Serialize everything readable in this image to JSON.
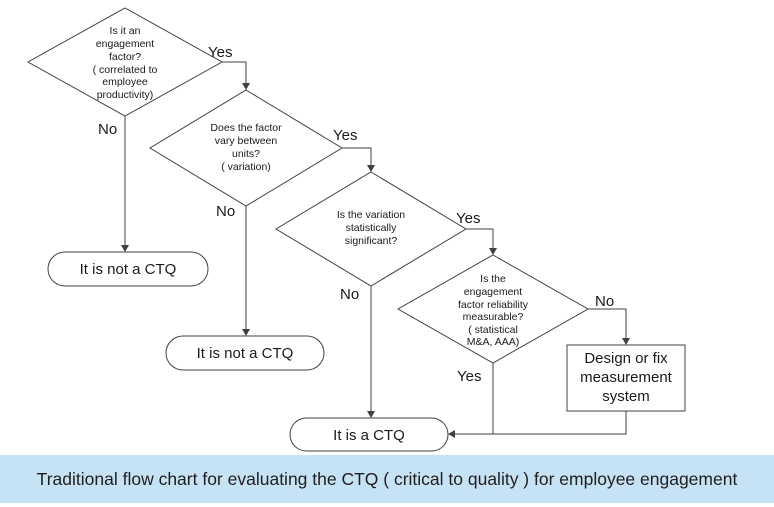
{
  "diagram": {
    "decisions": [
      {
        "lines": [
          "Is it an",
          "engagement",
          "factor?",
          "( correlated to",
          "employee",
          "productivity)"
        ]
      },
      {
        "lines": [
          "Does the factor",
          "vary between",
          "units?",
          "( variation)"
        ]
      },
      {
        "lines": [
          "Is the variation",
          "statistically",
          "significant?"
        ]
      },
      {
        "lines": [
          "Is the",
          "engagement",
          "factor reliability",
          "measurable?",
          "( statistical",
          "M&A, AAA)"
        ]
      }
    ],
    "branch_labels": {
      "d1_yes": "Yes",
      "d1_no": "No",
      "d2_yes": "Yes",
      "d2_no": "No",
      "d3_yes": "Yes",
      "d3_no": "No",
      "d4_no": "No",
      "d4_yes": "Yes"
    },
    "terminals": {
      "not_ctq_1": "It is not a CTQ",
      "not_ctq_2": "It is not a CTQ",
      "is_ctq": "It is a CTQ"
    },
    "process_box": {
      "lines": [
        "Design or fix",
        "measurement",
        "system"
      ]
    }
  },
  "caption": "Traditional flow chart for evaluating the CTQ ( critical to quality ) for employee engagement"
}
